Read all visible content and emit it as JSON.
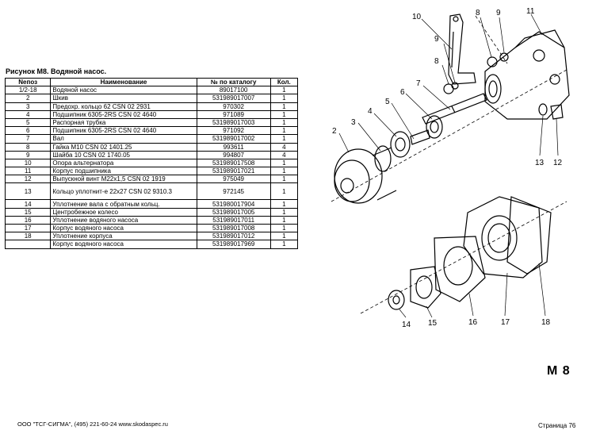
{
  "caption": "Рисунок М8.   Водяной насос.",
  "table": {
    "headers": [
      "Nепоз",
      "Наименование",
      "№ по каталогу",
      "Кол."
    ],
    "rows": [
      [
        "1/2-18",
        "Водяной насос",
        "89017100",
        "1"
      ],
      [
        "2",
        "Шкив",
        "531989017007",
        "1"
      ],
      [
        "3",
        "Предохр. кольцо 62  CSN 02 2931",
        "970302",
        "1"
      ],
      [
        "4",
        "Подшипник 6305-2RS  CSN 02 4640",
        "971089",
        "1"
      ],
      [
        "5",
        "Распорная трубка",
        "531989017003",
        "1"
      ],
      [
        "6",
        "Подшипник 6305-2RS  CSN 02 4640",
        "971092",
        "1"
      ],
      [
        "7",
        "Вал",
        "531989017002",
        "1"
      ],
      [
        "8",
        "Гайка М10  CSN 02 1401.25",
        "993611",
        "4"
      ],
      [
        "9",
        "Шайба 10  CSN 02 1740.05",
        "994807",
        "4"
      ],
      [
        "10",
        "Опора альтернатора",
        "531989017508",
        "1"
      ],
      [
        "11",
        "Корпус подшипника",
        "531989017021",
        "1"
      ],
      [
        "12",
        "Выпускной винт М22х1,5  CSN 02 1919",
        "975049",
        "1"
      ],
      [
        "13",
        "Кольцо уплотнит-е 22х27  CSN 02 9310.3",
        "972145",
        "1"
      ],
      [
        "14",
        "Уплотнение вала с обратным кольц.",
        "531980017904",
        "1"
      ],
      [
        "15",
        "Центробежное колесо",
        "531989017005",
        "1"
      ],
      [
        "16",
        "Уплотнение водяного насоса",
        "531989017011",
        "1"
      ],
      [
        "17",
        "Корпус водяного насоса",
        "531989017008",
        "1"
      ],
      [
        "18",
        "Уплотнение корпуса",
        "531989017012",
        "1"
      ],
      [
        "",
        "Корпус водяного насоса",
        "531989017969",
        "1"
      ]
    ]
  },
  "diagram": {
    "callouts": [
      "10",
      "8",
      "9",
      "11",
      "9",
      "8",
      "7",
      "5",
      "6",
      "4",
      "3",
      "2",
      "13",
      "12",
      "14",
      "15",
      "16",
      "17",
      "18"
    ],
    "tag": "M 8"
  },
  "footer": "ООО \"ТСГ-СИГМА\", (495) 221-60-24 www.skodaspec.ru",
  "page": "Страница 76"
}
